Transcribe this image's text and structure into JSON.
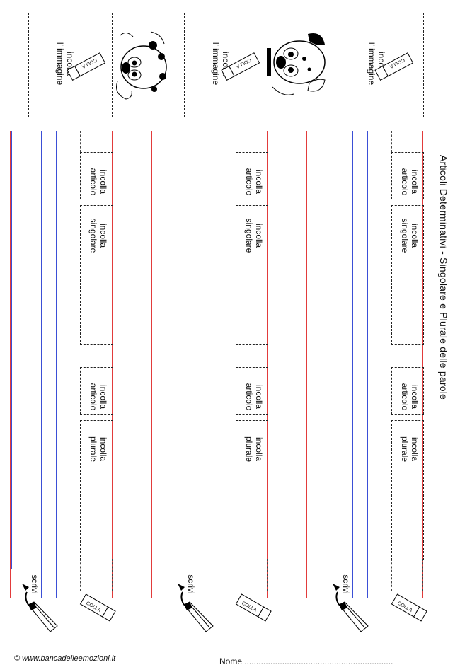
{
  "title": "Articoli Determinativi - Singolare e Plurale delle parole",
  "image_label_line1": "incolla",
  "image_label_line2": "l' immagine",
  "glue_stick_text": "COLLA",
  "rows": [
    {
      "articolo": [
        "incolla",
        "articolo"
      ],
      "singolare": [
        "incolla",
        "singolare"
      ],
      "articolo2": [
        "incolla",
        "articolo"
      ],
      "plurale": [
        "incolla",
        "plurale"
      ],
      "scrivi": "scrivi"
    },
    {
      "articolo": [
        "incolla",
        "articolo"
      ],
      "singolare": [
        "incolla",
        "singolare"
      ],
      "articolo2": [
        "incolla",
        "articolo"
      ],
      "plurale": [
        "incolla",
        "plurale"
      ],
      "scrivi": "scrivi"
    },
    {
      "articolo": [
        "incolla",
        "articolo"
      ],
      "singolare": [
        "incolla",
        "singolare"
      ],
      "articolo2": [
        "incolla",
        "articolo"
      ],
      "plurale": [
        "incolla",
        "plurale"
      ],
      "scrivi": "scrivi"
    }
  ],
  "footer": {
    "copyright": "© www.bancadelleemozioni.it",
    "name_label": "Nome ..............................................................."
  },
  "colors": {
    "red_line": "#e23b3b",
    "blue_line": "#3b4fd6",
    "dashed": "#333333"
  }
}
